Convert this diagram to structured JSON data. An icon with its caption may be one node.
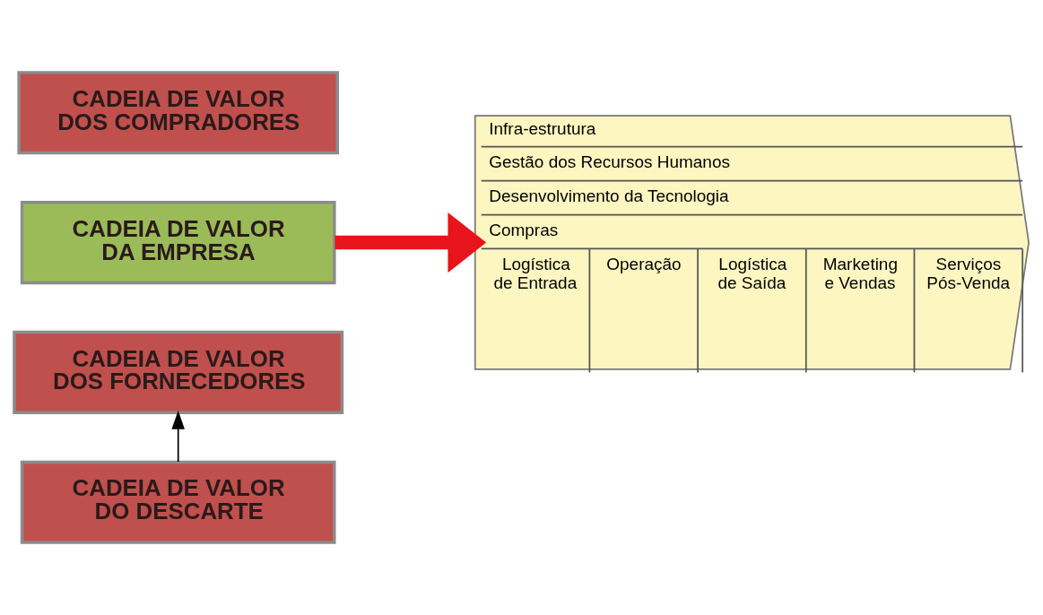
{
  "diagram": {
    "nodes": [
      {
        "text": [
          "CADEIA DE VALOR DOS FORNECEDORES"
        ]
      },
      {
        "text": [
          "CADEIA DE VALOR DA EMPRESA"
        ]
      },
      {
        "text": [
          "CADEIA DE VALOR DOS COMPRADORES"
        ]
      },
      {
        "text": [
          "CADEIA DE VALOR DO DESCARTE"
        ]
      },
      {
        "text": [
          "Infra-estrutura",
          "Gestão dos Recursos Humanos",
          "Desenvolvimento da Tecnologia",
          "Compras",
          "Logística de Entrada",
          "Operação",
          "Logística de Saída",
          "Marketing e Vendas",
          "Serviços Pós-Venda"
        ]
      }
    ],
    "edges": [
      {
        "from": 3,
        "to": 0,
        "arrow": "to"
      },
      {
        "from": 1,
        "to": 4,
        "arrow": "to",
        "style": "thick",
        "color": "#e8141c"
      }
    ]
  }
}
